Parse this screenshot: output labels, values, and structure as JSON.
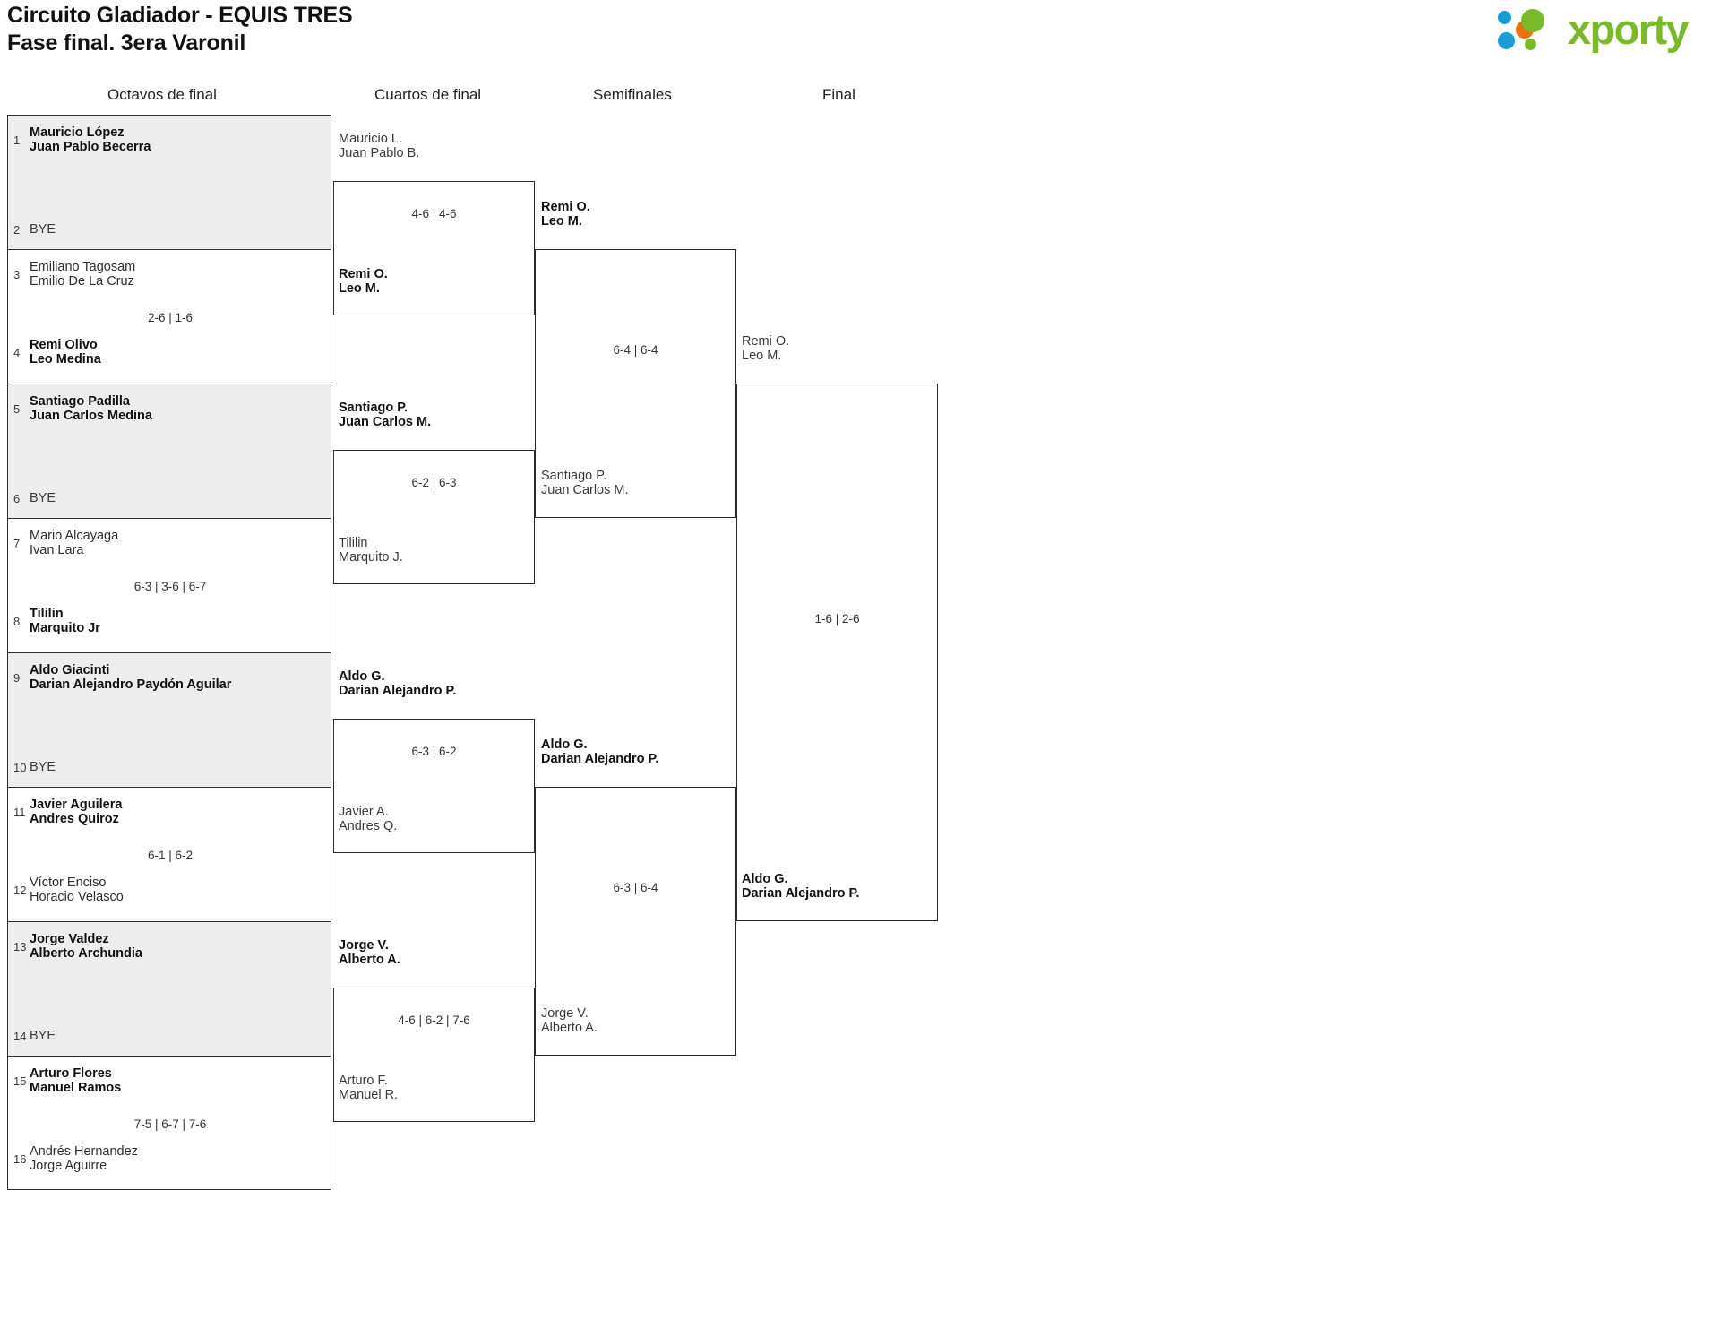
{
  "header": {
    "title_line1": "Circuito Gladiador - EQUIS TRES",
    "title_line2": "Fase final. 3era Varonil",
    "logo_text": "xporty",
    "logo_colors": {
      "blue": "#1b9bd8",
      "orange": "#e8730c",
      "green": "#7ab929"
    }
  },
  "rounds": [
    {
      "key": "r16",
      "label": "Octavos de final"
    },
    {
      "key": "qf",
      "label": "Cuartos de final"
    },
    {
      "key": "sf",
      "label": "Semifinales"
    },
    {
      "key": "f",
      "label": "Final"
    }
  ],
  "labels": {
    "bye": "BYE"
  },
  "round16": [
    {
      "seed": "1",
      "p1": "Mauricio López",
      "p2": "Juan Pablo Becerra",
      "winner": true,
      "bye": false
    },
    {
      "seed": "2",
      "p1": "BYE",
      "p2": "",
      "winner": false,
      "bye": true
    },
    {
      "seed": "3",
      "p1": "Emiliano Tagosam",
      "p2": "Emilio De La Cruz",
      "winner": false,
      "bye": false
    },
    {
      "seed": "4",
      "p1": "Remi Olivo",
      "p2": "Leo Medina",
      "winner": true,
      "bye": false
    },
    {
      "seed": "5",
      "p1": "Santiago Padilla",
      "p2": "Juan Carlos Medina",
      "winner": true,
      "bye": false
    },
    {
      "seed": "6",
      "p1": "BYE",
      "p2": "",
      "winner": false,
      "bye": true
    },
    {
      "seed": "7",
      "p1": "Mario Alcayaga",
      "p2": "Ivan Lara",
      "winner": false,
      "bye": false
    },
    {
      "seed": "8",
      "p1": "Tililin",
      "p2": "Marquito Jr",
      "winner": true,
      "bye": false
    },
    {
      "seed": "9",
      "p1": "Aldo Giacinti",
      "p2": "Darian Alejandro Paydón Aguilar",
      "winner": true,
      "bye": false
    },
    {
      "seed": "10",
      "p1": "BYE",
      "p2": "",
      "winner": false,
      "bye": true
    },
    {
      "seed": "11",
      "p1": "Javier Aguilera",
      "p2": "Andres Quiroz",
      "winner": true,
      "bye": false
    },
    {
      "seed": "12",
      "p1": "Víctor Enciso",
      "p2": "Horacio Velasco",
      "winner": false,
      "bye": false
    },
    {
      "seed": "13",
      "p1": "Jorge Valdez",
      "p2": "Alberto Archundia",
      "winner": true,
      "bye": false
    },
    {
      "seed": "14",
      "p1": "BYE",
      "p2": "",
      "winner": false,
      "bye": true
    },
    {
      "seed": "15",
      "p1": "Arturo Flores",
      "p2": "Manuel Ramos",
      "winner": true,
      "bye": false
    },
    {
      "seed": "16",
      "p1": "Andrés Hernandez",
      "p2": "Jorge Aguirre",
      "winner": false,
      "bye": false
    }
  ],
  "round16_scores": [
    "",
    "2-6 | 1-6",
    "6-3 | 3-6 | 6-7",
    "6-1 | 6-2",
    "",
    "7-5 | 6-7 | 7-6"
  ],
  "quarterfinals": [
    {
      "top": {
        "p1": "Mauricio L.",
        "p2": "Juan Pablo B.",
        "winner": false
      },
      "bottom": {
        "p1": "Remi O.",
        "p2": "Leo M.",
        "winner": true
      },
      "score": "4-6 | 4-6"
    },
    {
      "top": {
        "p1": "Santiago P.",
        "p2": "Juan Carlos M.",
        "winner": true
      },
      "bottom": {
        "p1": "Tililin",
        "p2": "Marquito J.",
        "winner": false
      },
      "score": "6-2 | 6-3"
    },
    {
      "top": {
        "p1": "Aldo G.",
        "p2": "Darian Alejandro P.",
        "winner": true
      },
      "bottom": {
        "p1": "Javier A.",
        "p2": "Andres Q.",
        "winner": false
      },
      "score": "6-3 | 6-2"
    },
    {
      "top": {
        "p1": "Jorge V.",
        "p2": "Alberto A.",
        "winner": true
      },
      "bottom": {
        "p1": "Arturo F.",
        "p2": "Manuel R.",
        "winner": false
      },
      "score": "4-6 | 6-2 | 7-6"
    }
  ],
  "semifinals": [
    {
      "top": {
        "p1": "Remi O.",
        "p2": "Leo M.",
        "winner": true
      },
      "bottom": {
        "p1": "Santiago P.",
        "p2": "Juan Carlos M.",
        "winner": false
      },
      "score": "6-4 | 6-4"
    },
    {
      "top": {
        "p1": "Aldo G.",
        "p2": "Darian Alejandro P.",
        "winner": true
      },
      "bottom": {
        "p1": "Jorge V.",
        "p2": "Alberto A.",
        "winner": false
      },
      "score": "6-3 | 6-4"
    }
  ],
  "final": {
    "top": {
      "p1": "Remi O.",
      "p2": "Leo M.",
      "winner": false
    },
    "bottom": {
      "p1": "Aldo G.",
      "p2": "Darian Alejandro P.",
      "winner": true
    },
    "score": "1-6 | 2-6"
  }
}
